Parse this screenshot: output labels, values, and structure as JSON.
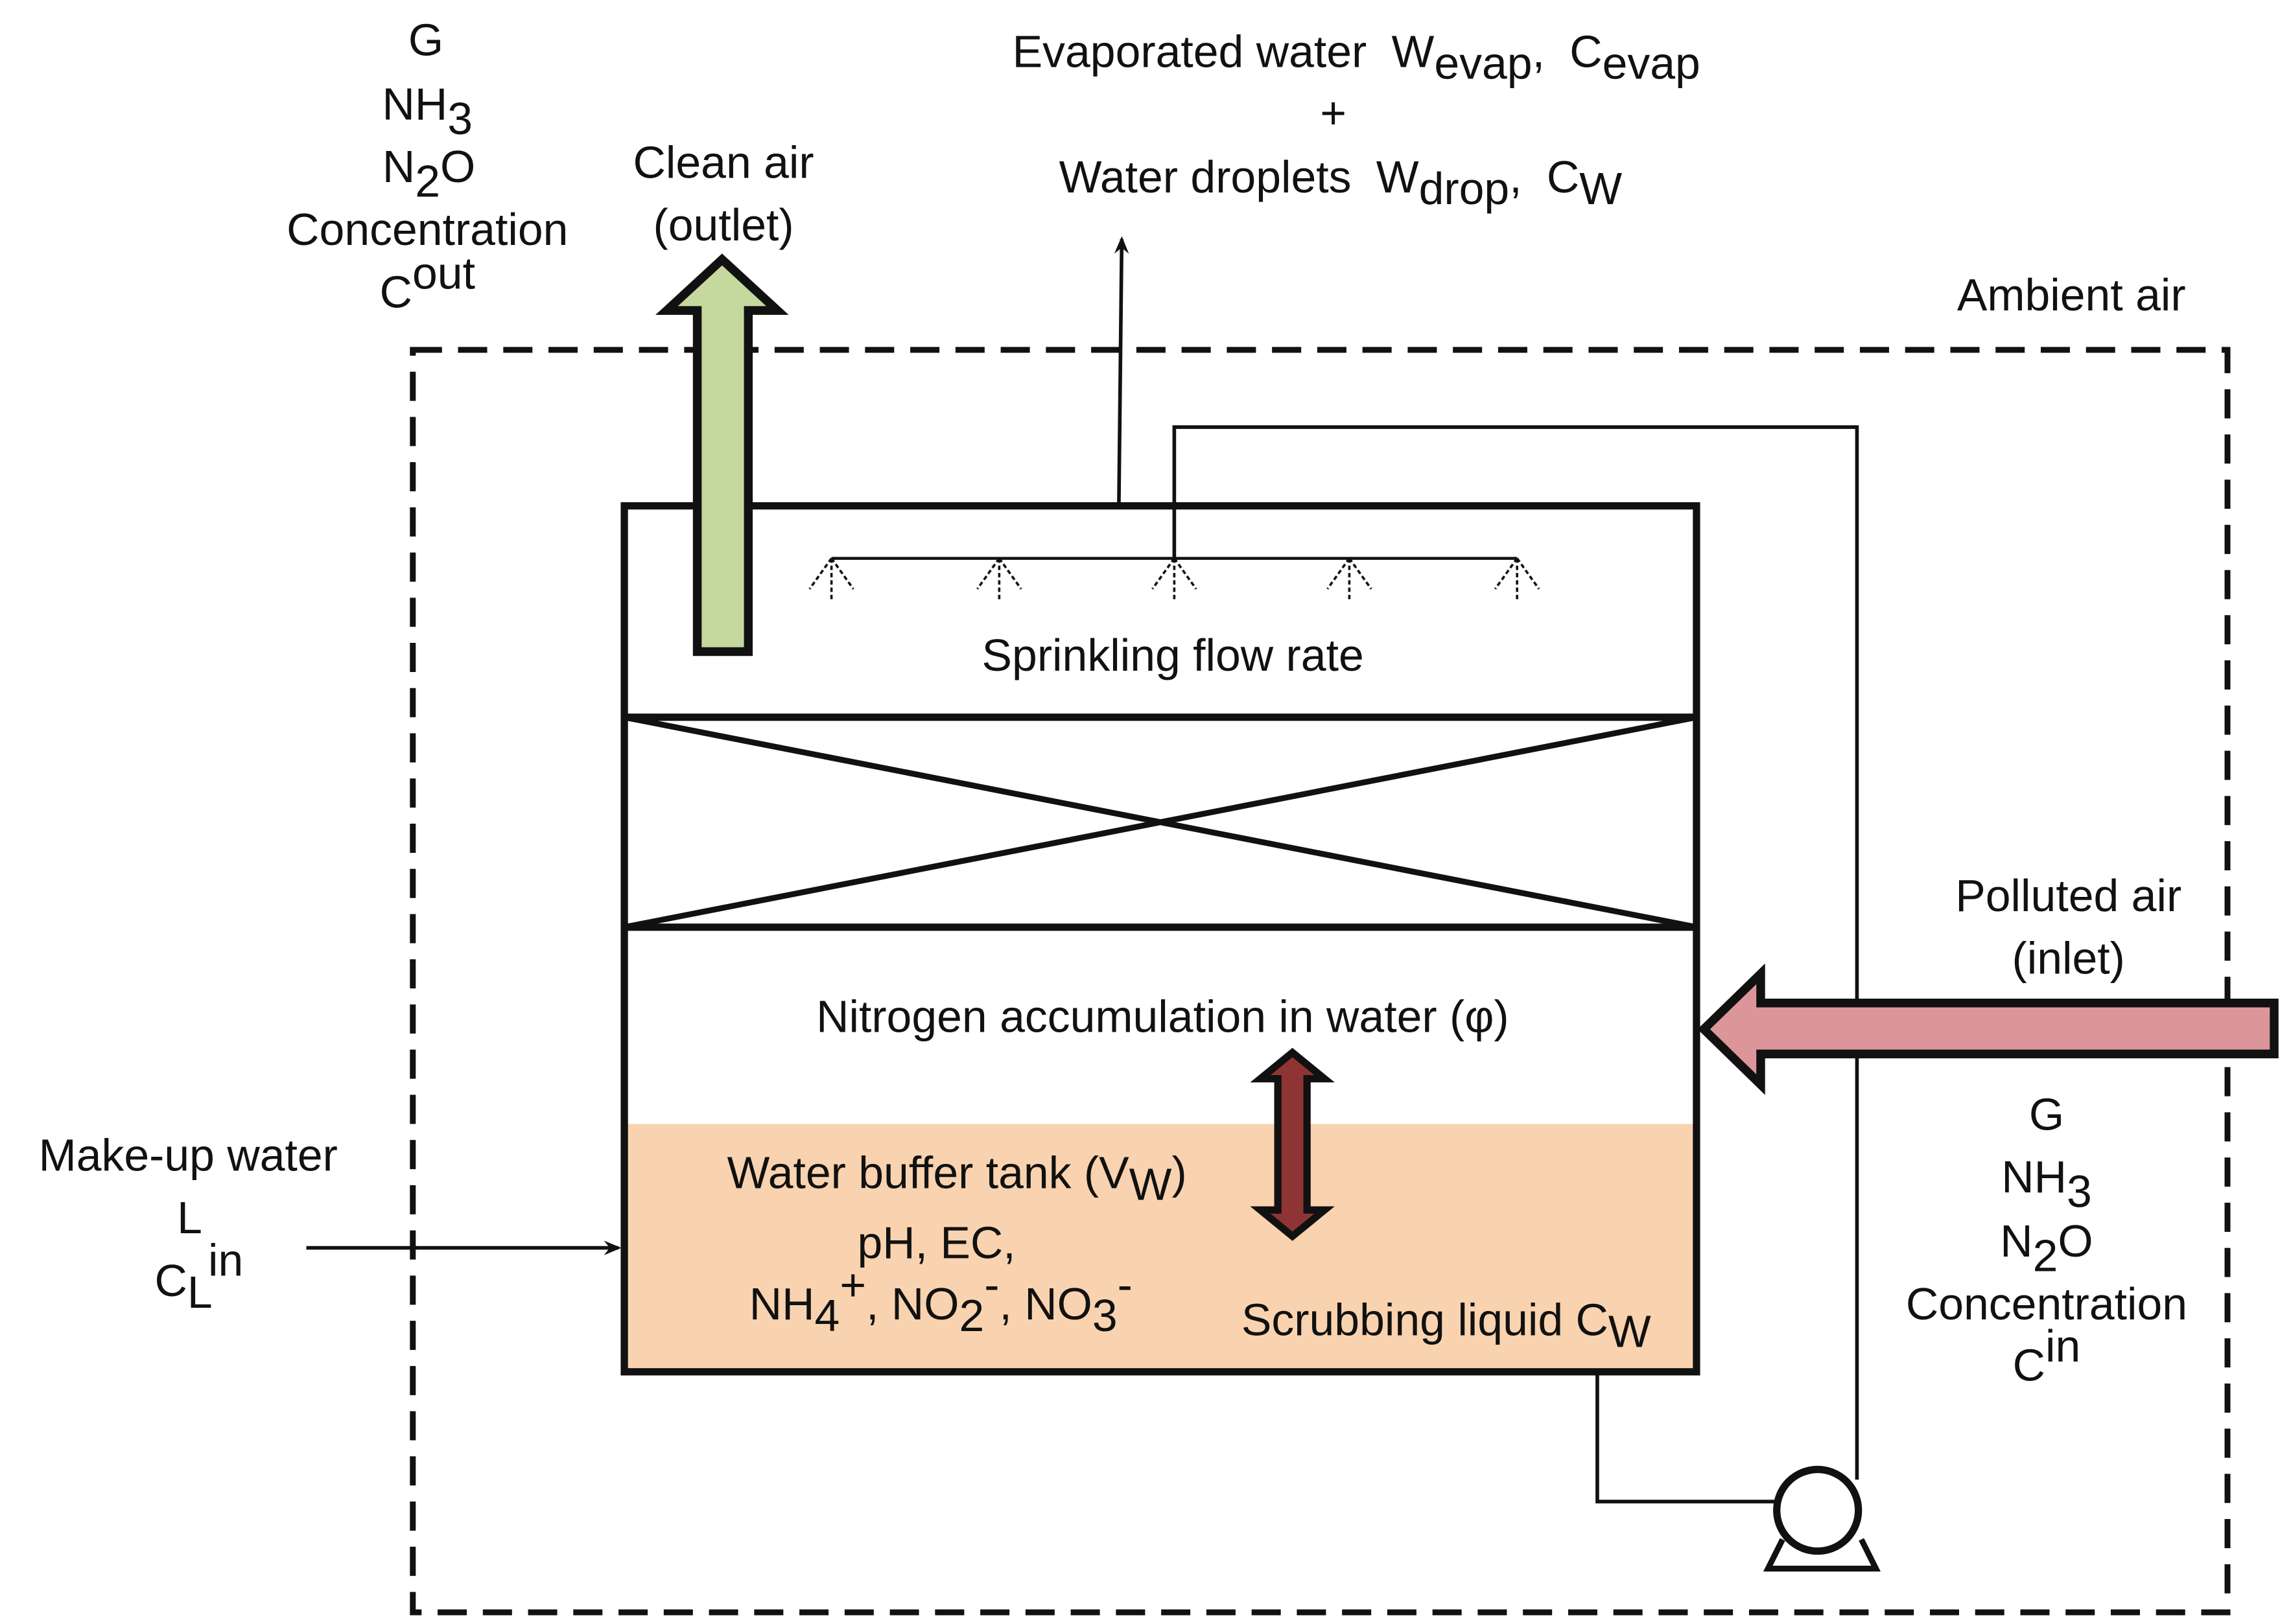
{
  "colors": {
    "line": "#111111",
    "outlet_arrow": "#c5d99e",
    "inlet_arrow": "#dc969a",
    "exchange_arrow": "#8f3434",
    "liquid": "#f9d3af"
  },
  "outlet_gases": {
    "g": "G",
    "nh3": "NH",
    "nh3_sub": "3",
    "n2o_n": "N",
    "n2o_sub": "2",
    "n2o_o": "O",
    "concentration": "Concentration",
    "c": "C",
    "c_sup": "out"
  },
  "clean_air": {
    "line1": "Clean air",
    "line2": "(outlet)"
  },
  "evaporation": {
    "evap_label": "Evaporated water",
    "w_evap": "W",
    "w_evap_sub": "evap",
    "comma1": ",",
    "c_evap": "C",
    "c_evap_sub": "evap",
    "plus": "+",
    "drop_label": "Water droplets",
    "w_drop": "W",
    "w_drop_sub": "drop",
    "comma2": ",",
    "c_w": "C",
    "c_w_sub": "W"
  },
  "ambient_air": "Ambient air",
  "sprinkling": "Sprinkling flow rate",
  "nitrogen_accumulation": "Nitrogen accumulation in water (φ)",
  "tank": {
    "title": "Water buffer tank (V",
    "title_sub": "W",
    "title_close": ")",
    "ph_ec": "pH, EC,",
    "nh4": "NH",
    "nh4_sub": "4",
    "nh4_sup": "+",
    "no2_sep": ", NO",
    "no2_sub": "2",
    "no2_sup": "-",
    "no3_sep": ", NO",
    "no3_sub": "3",
    "no3_sup": "-"
  },
  "scrubbing_liquid": {
    "label": "Scrubbing liquid C",
    "sub": "W"
  },
  "makeup_water": {
    "label": "Make-up water",
    "l": "L",
    "c": "C",
    "c_sub": "L",
    "c_sup": "in"
  },
  "polluted_air": {
    "line1": "Polluted air",
    "line2": "(inlet)"
  },
  "inlet_gases": {
    "g": "G",
    "nh3": "NH",
    "nh3_sub": "3",
    "n2o_n": "N",
    "n2o_sub": "2",
    "n2o_o": "O",
    "concentration": "Concentration",
    "c": "C",
    "c_sup": "in"
  }
}
